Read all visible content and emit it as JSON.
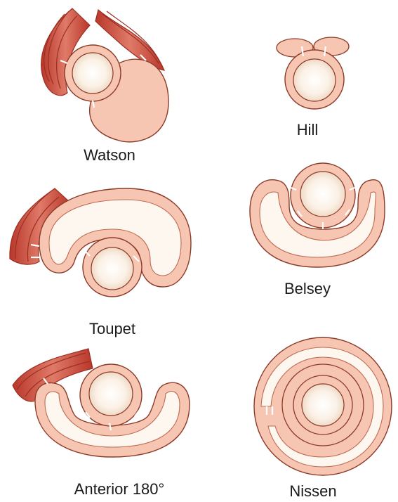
{
  "labels": {
    "watson": "Watson",
    "hill": "Hill",
    "toupet": "Toupet",
    "belsey": "Belsey",
    "anterior": "Anterior 180°",
    "nissen": "Nissen"
  },
  "colors": {
    "stomach_wall": "#f6c6b2",
    "wall_outline": "#8c3a28",
    "muscle": "#d9594a",
    "lumen": "#fdf7ef",
    "suture": "#ffffff"
  }
}
